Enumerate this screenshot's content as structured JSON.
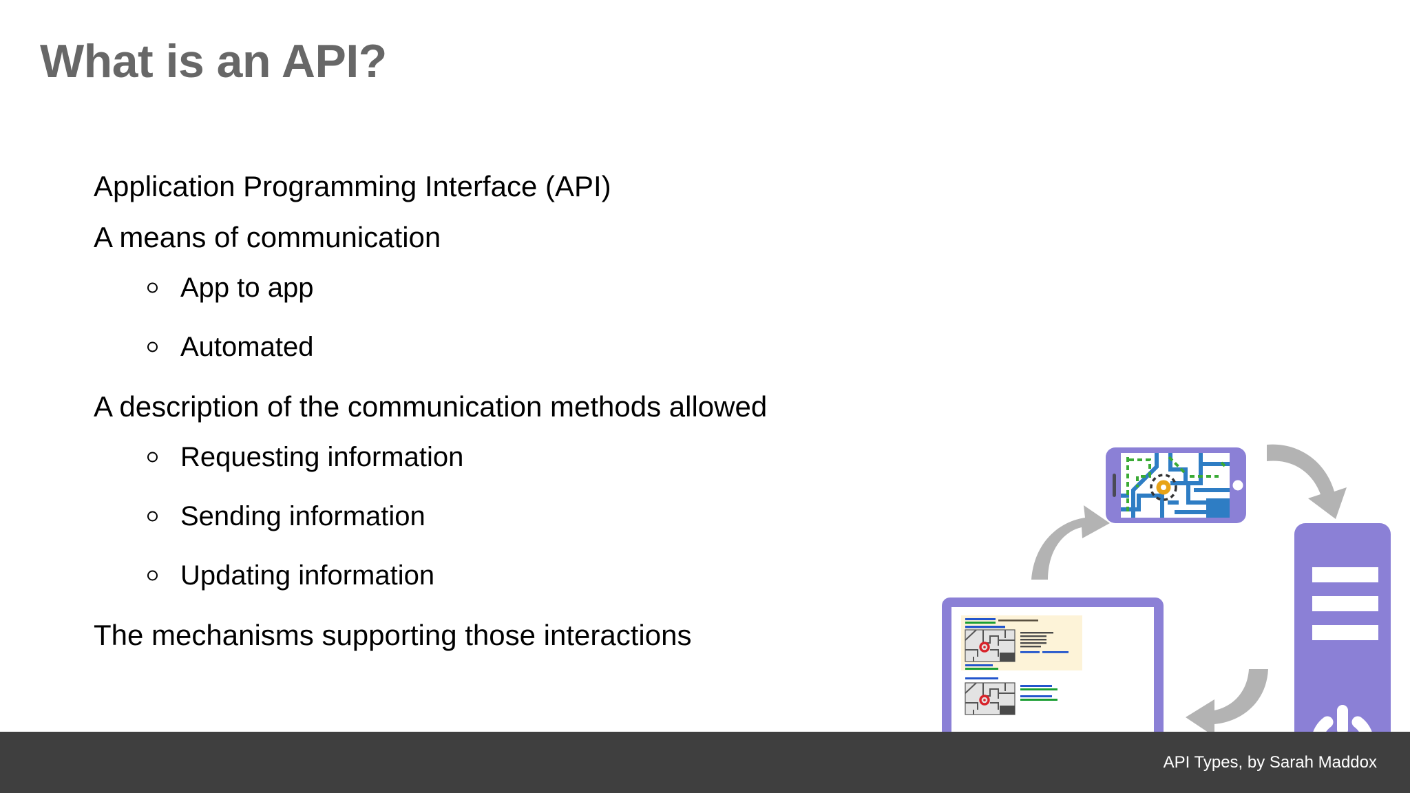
{
  "slide": {
    "title": "What is an API?",
    "background_color": "#ffffff",
    "title_color": "#676767"
  },
  "body": {
    "items": [
      {
        "level": 0,
        "text": "Application Programming Interface (API)"
      },
      {
        "level": 0,
        "text": "A means of communication"
      },
      {
        "level": 1,
        "text": "App to app"
      },
      {
        "level": 1,
        "text": "Automated"
      },
      {
        "level": 0,
        "text": "A description of the communication methods allowed"
      },
      {
        "level": 1,
        "text": "Requesting information"
      },
      {
        "level": 1,
        "text": "Sending information"
      },
      {
        "level": 1,
        "text": "Updating information"
      },
      {
        "level": 0,
        "text": "The mechanisms supporting those interactions"
      }
    ]
  },
  "footer": {
    "text": "API Types, by Sarah Maddox",
    "background_color": "#3f3f3f",
    "text_color": "#ffffff"
  },
  "illustration": {
    "description": "Phone, monitor and server exchanging map data in a cycle",
    "colors": {
      "device_purple": "#8b80d6",
      "map_road_blue": "#2e7dc4",
      "map_path_green": "#3aaa35",
      "map_marker_orange": "#e8a317",
      "arrow_gray": "#b3b3b3",
      "result_highlight": "#fdf3d8",
      "marker_red": "#d8232a",
      "screen_white": "#ffffff",
      "thumb_gray": "#e0e0e0",
      "text_line_dark": "#4a4a4a",
      "link_line_blue": "#2255cc",
      "url_line_green": "#1a9e33"
    },
    "nodes": [
      {
        "name": "phone",
        "label": "smartphone showing map"
      },
      {
        "name": "monitor",
        "label": "desktop monitor showing search results"
      },
      {
        "name": "server",
        "label": "server tower with power button"
      }
    ],
    "arrows": [
      {
        "name": "monitor-to-phone",
        "direction": "up-right"
      },
      {
        "name": "phone-to-server",
        "direction": "down-right"
      },
      {
        "name": "server-to-monitor",
        "direction": "left"
      }
    ]
  }
}
